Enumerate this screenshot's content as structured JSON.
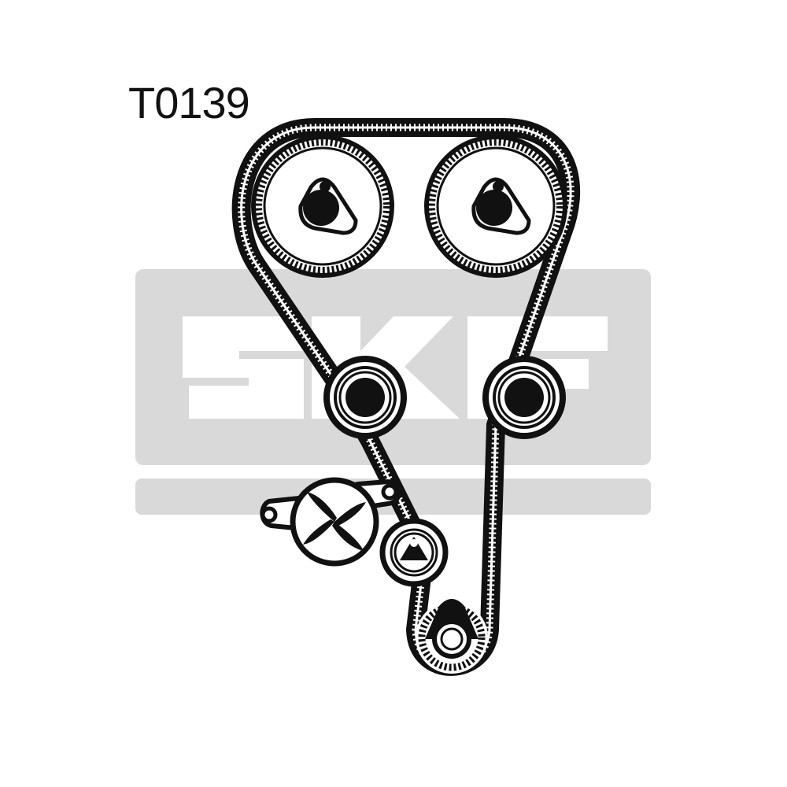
{
  "diagram": {
    "part_code": "T0139"
  },
  "watermark": {
    "brand_text": "SKF",
    "panel_color": "#d9d9d9",
    "letter_color": "#ffffff"
  },
  "colors": {
    "ink": "#111111",
    "paper": "#ffffff"
  },
  "components": [
    {
      "kind": "camshaft-sprocket",
      "side": "left"
    },
    {
      "kind": "camshaft-sprocket",
      "side": "right"
    },
    {
      "kind": "idler-pulley",
      "side": "left"
    },
    {
      "kind": "idler-pulley",
      "side": "right"
    },
    {
      "kind": "water-pump"
    },
    {
      "kind": "tensioner-pulley"
    },
    {
      "kind": "crankshaft-sprocket"
    },
    {
      "kind": "toothed-timing-belt"
    }
  ]
}
